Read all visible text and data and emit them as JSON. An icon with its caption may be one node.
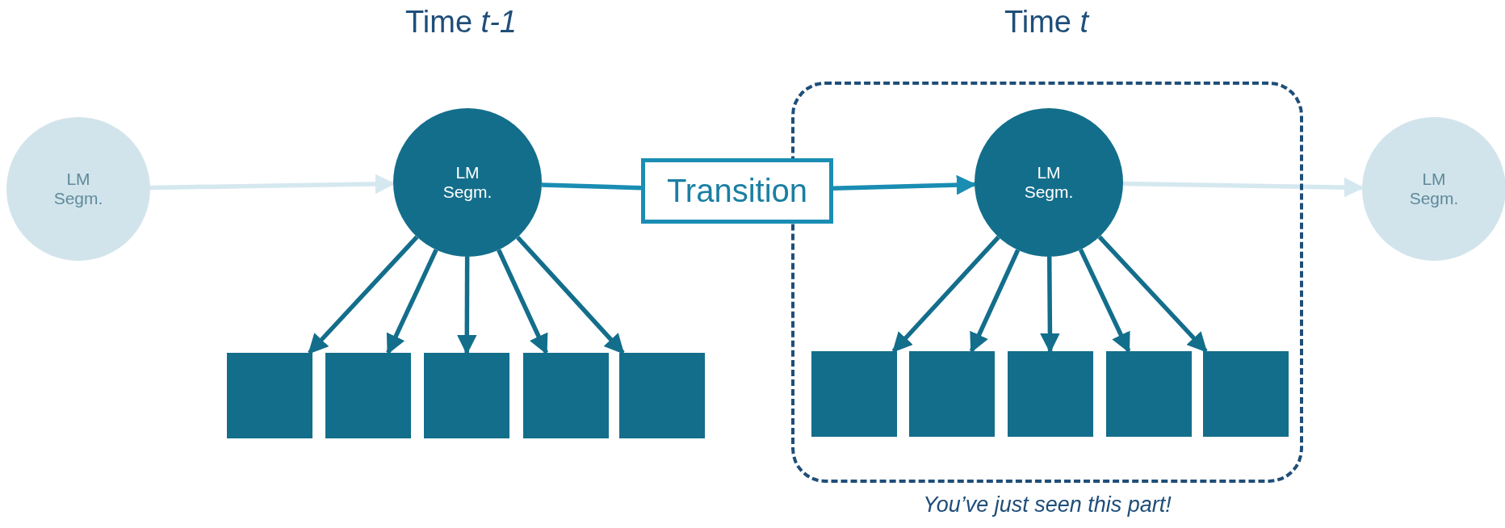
{
  "diagram": {
    "nodes": [
      {
        "text": [
          "LM Segm."
        ]
      },
      {
        "text": [
          "LM Segm."
        ]
      },
      {
        "text": [
          "Transition"
        ]
      },
      {
        "text": [],
        "shape": "box",
        "beside": [
          "You’ve just seen this part!"
        ]
      },
      {
        "text": [
          "LM Segm."
        ],
        "in": 3
      },
      {
        "text": [
          "LM Segm."
        ]
      },
      {
        "text": [],
        "shape": "box"
      },
      {
        "text": [],
        "shape": "box"
      },
      {
        "text": [],
        "shape": "box"
      },
      {
        "text": [],
        "shape": "box"
      },
      {
        "text": [],
        "shape": "box"
      },
      {
        "text": [],
        "shape": "box",
        "in": 3
      },
      {
        "text": [],
        "shape": "box",
        "in": 3
      },
      {
        "text": [],
        "shape": "box",
        "in": 3
      },
      {
        "text": [],
        "shape": "box",
        "in": 3
      },
      {
        "text": [],
        "shape": "box",
        "in": 3
      }
    ],
    "edges": [
      {
        "from": 0,
        "to": 1,
        "arrow": "to",
        "color": "#d5e8ef"
      },
      {
        "from": 1,
        "to": 2,
        "arrow": "none"
      },
      {
        "from": 2,
        "to": 4,
        "arrow": "to"
      },
      {
        "from": 4,
        "to": 5,
        "arrow": "to",
        "color": "#d5e8ef"
      },
      {
        "from": 1,
        "to": 6,
        "arrow": "to"
      },
      {
        "from": 1,
        "to": 7,
        "arrow": "to"
      },
      {
        "from": 1,
        "to": 8,
        "arrow": "to"
      },
      {
        "from": 1,
        "to": 9,
        "arrow": "to"
      },
      {
        "from": 1,
        "to": 10,
        "arrow": "to"
      },
      {
        "from": 4,
        "to": 11,
        "arrow": "to"
      },
      {
        "from": 4,
        "to": 12,
        "arrow": "to"
      },
      {
        "from": 4,
        "to": 13,
        "arrow": "to"
      },
      {
        "from": 4,
        "to": 14,
        "arrow": "to"
      },
      {
        "from": 4,
        "to": 15,
        "arrow": "to"
      }
    ],
    "labels": [
      "Time *t-1*",
      "Time *t*"
    ]
  }
}
